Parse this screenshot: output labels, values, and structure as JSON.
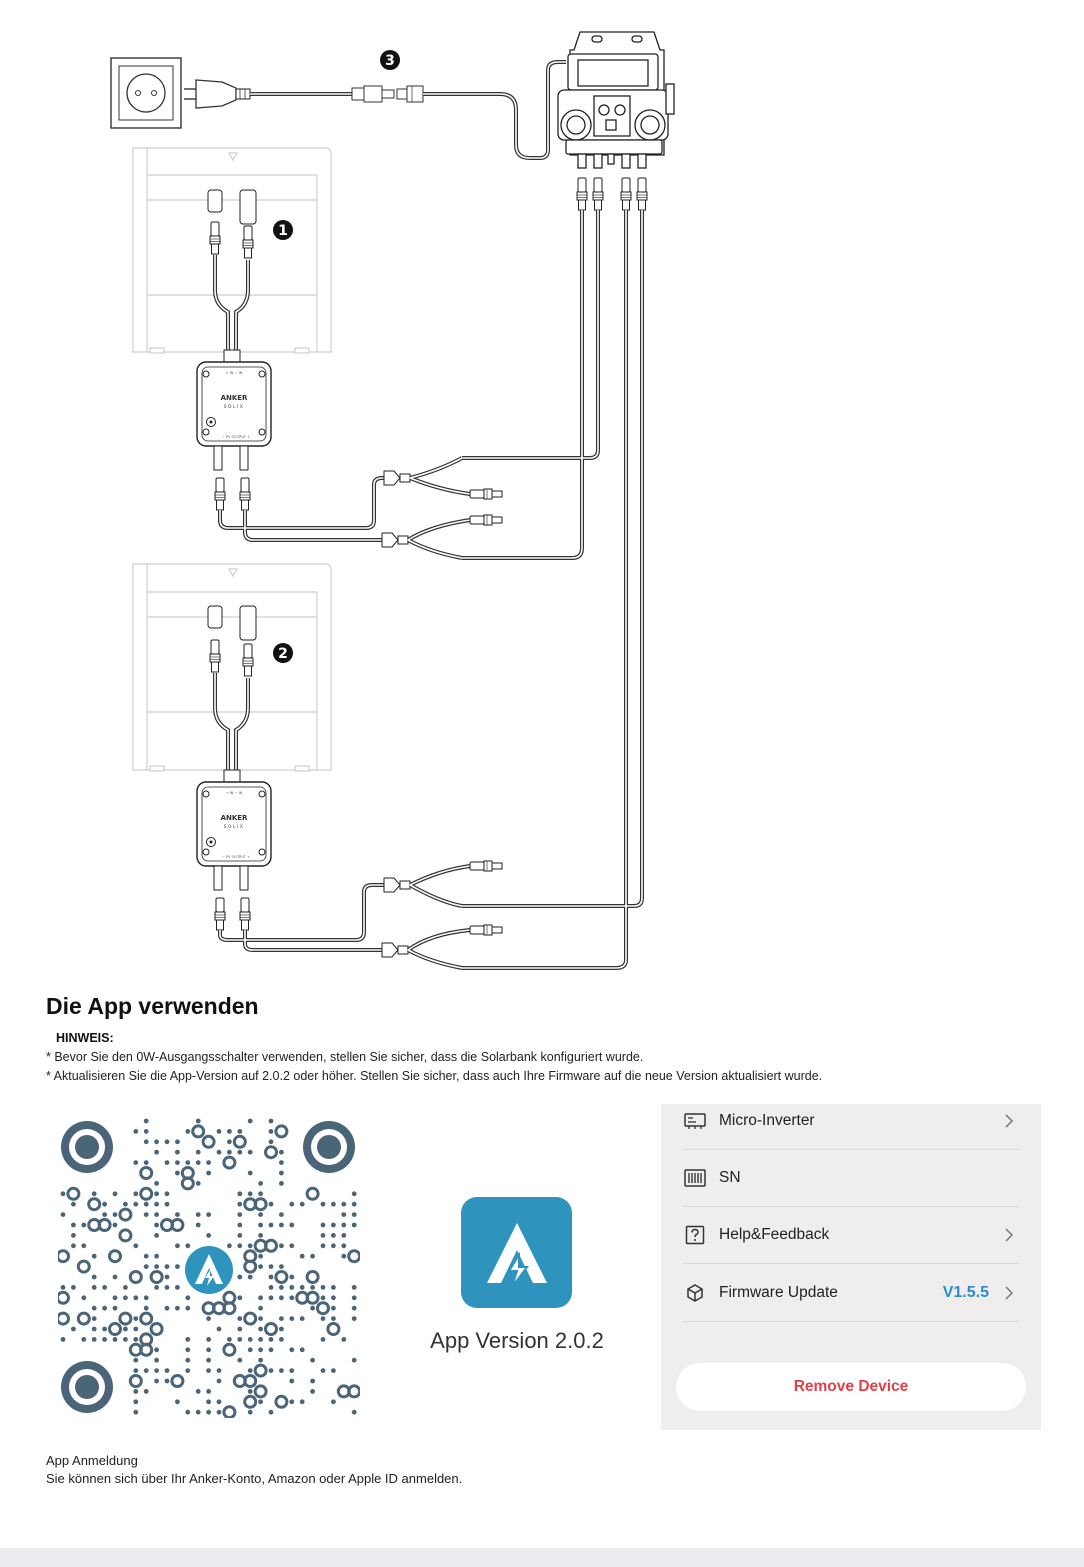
{
  "diagram": {
    "markers": [
      "3",
      "1",
      "2"
    ],
    "module_brand": "ANKER",
    "module_sub": "SOLIX",
    "module_top_label": "+ IN  − IN",
    "module_bottom_label": "− PV OUTPUT +"
  },
  "section": {
    "title": "Die App verwenden",
    "note_label": "HINWEIS:",
    "notes": [
      "* Bevor Sie den 0W-Ausgangsschalter verwenden, stellen Sie sicher, dass die Solarbank konfiguriert wurde.",
      "* Aktualisieren Sie die App-Version auf 2.0.2 oder höher. Stellen Sie sicher, dass auch Ihre Firmware auf die neue Version aktualisiert wurde."
    ]
  },
  "app": {
    "version_label": "App Version 2.0.2",
    "accent_color": "#2f94bd"
  },
  "settings": {
    "rows": [
      {
        "label": "Micro-Inverter",
        "icon": "inverter-icon",
        "chevron": true,
        "value": ""
      },
      {
        "label": "SN",
        "icon": "barcode-icon",
        "chevron": false,
        "value": ""
      },
      {
        "label": "Help&Feedback",
        "icon": "help-icon",
        "chevron": true,
        "value": ""
      },
      {
        "label": "Firmware Update",
        "icon": "cube-icon",
        "chevron": true,
        "value": "V1.5.5"
      }
    ],
    "remove_label": "Remove Device",
    "remove_color": "#e0404a",
    "value_color": "#2b8dd0"
  },
  "login": {
    "title": "App Anmeldung",
    "text": "Sie können sich über Ihr Anker-Konto, Amazon oder Apple ID anmelden."
  }
}
